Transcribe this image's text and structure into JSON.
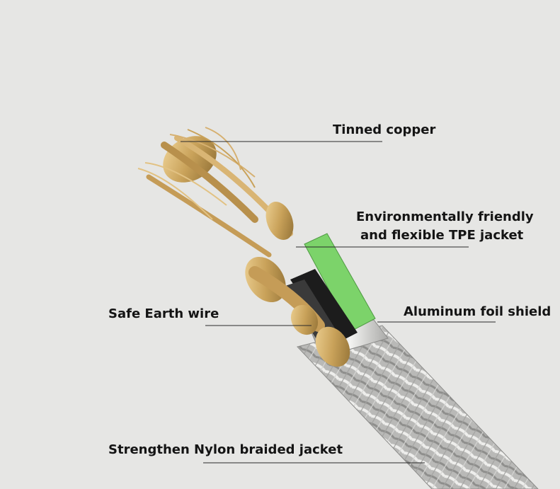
{
  "labels": {
    "tinned_copper": "Tinned copper",
    "tpe_jacket_line1": "Environmentally friendly",
    "tpe_jacket_line2": "and flexible TPE jacket",
    "safe_earth_wire": "Safe Earth wire",
    "aluminum_foil_shield": "Aluminum foil shield",
    "nylon_jacket": "Strengthen Nylon braided jacket"
  },
  "colors": {
    "background": "#e6e6e4",
    "copper": "#c9a25a",
    "tpe_jacket": "#7cd36a",
    "foil": "#d7d7d7",
    "nylon_braid": "#b4b4b2",
    "earth_wire_core": "#b0201c",
    "leader_line": "#2a2a2a"
  }
}
